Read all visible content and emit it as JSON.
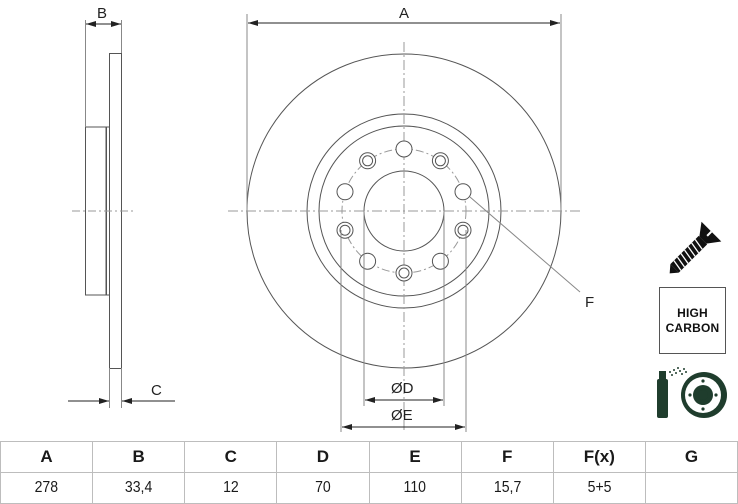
{
  "drawing": {
    "dimension_labels": {
      "A": "A",
      "B": "B",
      "C": "C",
      "D": "ØD",
      "E": "ØE",
      "F": "F"
    }
  },
  "badges": {
    "screw_icon": "countersunk-screw-icon",
    "high_carbon": {
      "line1": "HIGH",
      "line2": "CARBON"
    },
    "coating_icon": "spray-coated-disc-icon"
  },
  "spec_table": {
    "headers": [
      "A",
      "B",
      "C",
      "D",
      "E",
      "F",
      "F(x)",
      "G"
    ],
    "values": [
      "278",
      "33,4",
      "12",
      "70",
      "110",
      "15,7",
      "5+5",
      ""
    ]
  },
  "colors": {
    "line": "#555555",
    "text": "#1a1a1a",
    "icon_dark": "#1f3d2d",
    "table_border": "#bdbdbd"
  }
}
